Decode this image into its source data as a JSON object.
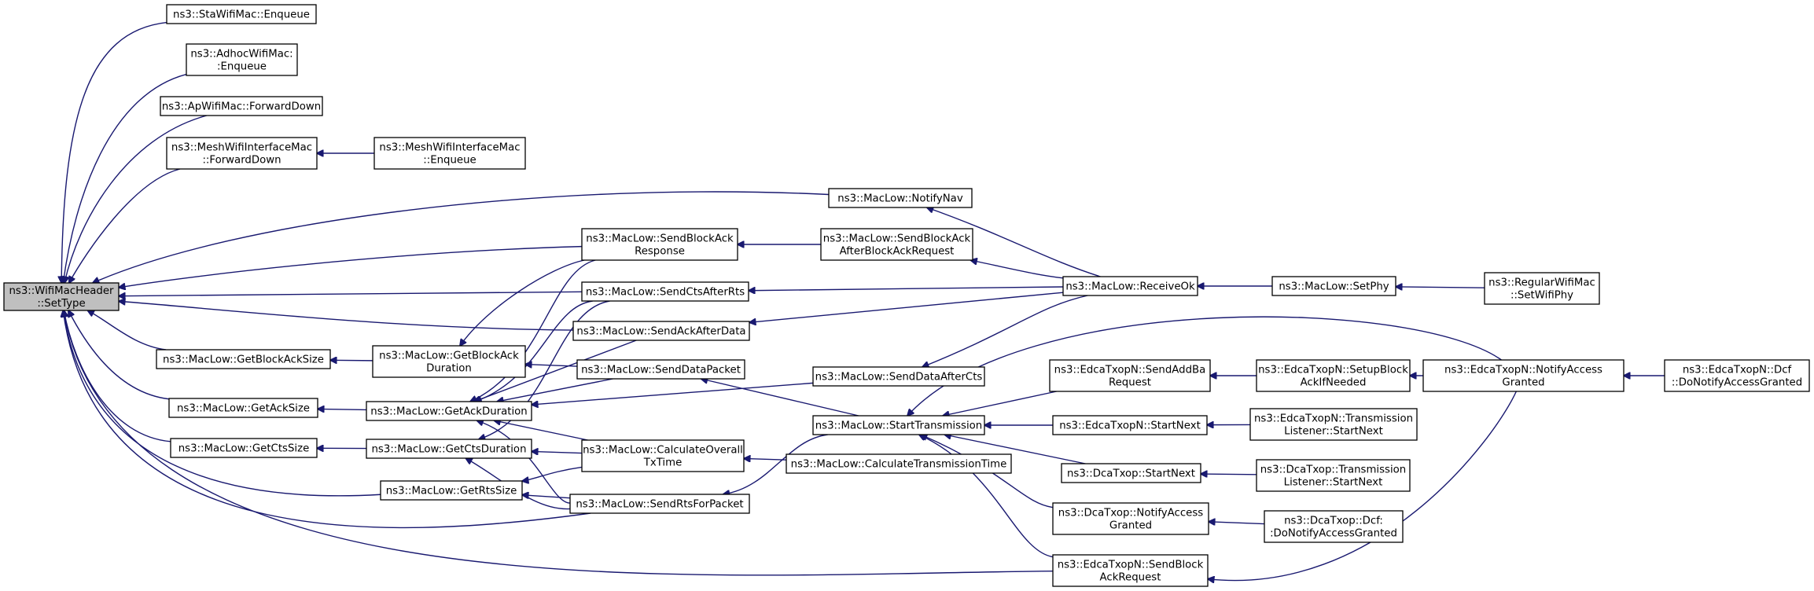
{
  "graph": {
    "nodes": [
      {
        "id": "root",
        "lines": [
          "ns3::WifiMacHeader",
          "::SetType"
        ],
        "root": true
      },
      {
        "id": "sta_enq",
        "lines": [
          "ns3::StaWifiMac::Enqueue"
        ]
      },
      {
        "id": "adhoc_enq",
        "lines": [
          "ns3::AdhocWifiMac:",
          ":Enqueue"
        ]
      },
      {
        "id": "ap_fwd",
        "lines": [
          "ns3::ApWifiMac::ForwardDown"
        ]
      },
      {
        "id": "mesh_fwd",
        "lines": [
          "ns3::MeshWifiInterfaceMac",
          "::ForwardDown"
        ]
      },
      {
        "id": "mesh_enq",
        "lines": [
          "ns3::MeshWifiInterfaceMac",
          "::Enqueue"
        ]
      },
      {
        "id": "notify_nav",
        "lines": [
          "ns3::MacLow::NotifyNav"
        ]
      },
      {
        "id": "send_ba_resp",
        "lines": [
          "ns3::MacLow::SendBlockAck",
          "Response"
        ]
      },
      {
        "id": "send_ba_after",
        "lines": [
          "ns3::MacLow::SendBlockAck",
          "AfterBlockAckRequest"
        ]
      },
      {
        "id": "send_cts_after_rts",
        "lines": [
          "ns3::MacLow::SendCtsAfterRts"
        ]
      },
      {
        "id": "receive_ok",
        "lines": [
          "ns3::MacLow::ReceiveOk"
        ]
      },
      {
        "id": "set_phy",
        "lines": [
          "ns3::MacLow::SetPhy"
        ]
      },
      {
        "id": "regular_setphy",
        "lines": [
          "ns3::RegularWifiMac",
          "::SetWifiPhy"
        ]
      },
      {
        "id": "send_ack_after_data",
        "lines": [
          "ns3::MacLow::SendAckAfterData"
        ]
      },
      {
        "id": "get_ba_size",
        "lines": [
          "ns3::MacLow::GetBlockAckSize"
        ]
      },
      {
        "id": "get_ba_dur",
        "lines": [
          "ns3::MacLow::GetBlockAck",
          "Duration"
        ]
      },
      {
        "id": "send_data_packet",
        "lines": [
          "ns3::MacLow::SendDataPacket"
        ]
      },
      {
        "id": "send_data_after_cts",
        "lines": [
          "ns3::MacLow::SendDataAfterCts"
        ]
      },
      {
        "id": "get_ack_size",
        "lines": [
          "ns3::MacLow::GetAckSize"
        ]
      },
      {
        "id": "get_ack_dur",
        "lines": [
          "ns3::MacLow::GetAckDuration"
        ]
      },
      {
        "id": "start_tx",
        "lines": [
          "ns3::MacLow::StartTransmission"
        ]
      },
      {
        "id": "edca_send_addba",
        "lines": [
          "ns3::EdcaTxopN::SendAddBa",
          "Request"
        ]
      },
      {
        "id": "edca_setup_ba",
        "lines": [
          "ns3::EdcaTxopN::SetupBlock",
          "AckIfNeeded"
        ]
      },
      {
        "id": "edca_notify_access",
        "lines": [
          "ns3::EdcaTxopN::NotifyAccess",
          "Granted"
        ]
      },
      {
        "id": "edca_dcf_notify",
        "lines": [
          "ns3::EdcaTxopN::Dcf",
          "::DoNotifyAccessGranted"
        ]
      },
      {
        "id": "edca_start_next",
        "lines": [
          "ns3::EdcaTxopN::StartNext"
        ]
      },
      {
        "id": "edca_tl_start_next",
        "lines": [
          "ns3::EdcaTxopN::Transmission",
          "Listener::StartNext"
        ]
      },
      {
        "id": "get_cts_size",
        "lines": [
          "ns3::MacLow::GetCtsSize"
        ]
      },
      {
        "id": "get_cts_dur",
        "lines": [
          "ns3::MacLow::GetCtsDuration"
        ]
      },
      {
        "id": "calc_overall",
        "lines": [
          "ns3::MacLow::CalculateOverall",
          "TxTime"
        ]
      },
      {
        "id": "calc_tx_time",
        "lines": [
          "ns3::MacLow::CalculateTransmissionTime"
        ]
      },
      {
        "id": "dca_start_next",
        "lines": [
          "ns3::DcaTxop::StartNext"
        ]
      },
      {
        "id": "dca_tl_start_next",
        "lines": [
          "ns3::DcaTxop::Transmission",
          "Listener::StartNext"
        ]
      },
      {
        "id": "get_rts_size",
        "lines": [
          "ns3::MacLow::GetRtsSize"
        ]
      },
      {
        "id": "send_rts",
        "lines": [
          "ns3::MacLow::SendRtsForPacket"
        ]
      },
      {
        "id": "dca_notify_access",
        "lines": [
          "ns3::DcaTxop::NotifyAccess",
          "Granted"
        ]
      },
      {
        "id": "dca_dcf_notify",
        "lines": [
          "ns3::DcaTxop::Dcf:",
          ":DoNotifyAccessGranted"
        ]
      },
      {
        "id": "edca_send_bar",
        "lines": [
          "ns3::EdcaTxopN::SendBlock",
          "AckRequest"
        ]
      }
    ],
    "edges": [
      {
        "from": "sta_enq",
        "to": "root"
      },
      {
        "from": "adhoc_enq",
        "to": "root"
      },
      {
        "from": "ap_fwd",
        "to": "root"
      },
      {
        "from": "mesh_fwd",
        "to": "root"
      },
      {
        "from": "mesh_enq",
        "to": "mesh_fwd"
      },
      {
        "from": "notify_nav",
        "to": "root"
      },
      {
        "from": "receive_ok",
        "to": "notify_nav"
      },
      {
        "from": "send_ba_resp",
        "to": "root"
      },
      {
        "from": "send_ba_after",
        "to": "send_ba_resp"
      },
      {
        "from": "receive_ok",
        "to": "send_ba_after"
      },
      {
        "from": "send_cts_after_rts",
        "to": "root"
      },
      {
        "from": "receive_ok",
        "to": "send_cts_after_rts"
      },
      {
        "from": "set_phy",
        "to": "receive_ok"
      },
      {
        "from": "regular_setphy",
        "to": "set_phy"
      },
      {
        "from": "send_ack_after_data",
        "to": "root"
      },
      {
        "from": "receive_ok",
        "to": "send_ack_after_data"
      },
      {
        "from": "get_ba_size",
        "to": "root"
      },
      {
        "from": "get_ba_dur",
        "to": "get_ba_size"
      },
      {
        "from": "send_ba_resp",
        "to": "get_ba_dur"
      },
      {
        "from": "send_data_packet",
        "to": "get_ba_dur"
      },
      {
        "from": "get_ack_size",
        "to": "root"
      },
      {
        "from": "get_ack_dur",
        "to": "get_ack_size"
      },
      {
        "from": "send_ba_resp",
        "to": "get_ack_dur"
      },
      {
        "from": "send_cts_after_rts",
        "to": "get_ack_dur"
      },
      {
        "from": "send_ack_after_data",
        "to": "get_ack_dur"
      },
      {
        "from": "send_data_packet",
        "to": "get_ack_dur"
      },
      {
        "from": "send_data_after_cts",
        "to": "get_ack_dur"
      },
      {
        "from": "calc_overall",
        "to": "get_ack_dur"
      },
      {
        "from": "send_rts",
        "to": "get_ack_dur"
      },
      {
        "from": "receive_ok",
        "to": "send_data_after_cts"
      },
      {
        "from": "start_tx",
        "to": "send_data_packet"
      },
      {
        "from": "edca_notify_access",
        "to": "start_tx"
      },
      {
        "from": "edca_send_addba",
        "to": "start_tx"
      },
      {
        "from": "edca_setup_ba",
        "to": "edca_send_addba"
      },
      {
        "from": "edca_notify_access",
        "to": "edca_setup_ba"
      },
      {
        "from": "edca_dcf_notify",
        "to": "edca_notify_access"
      },
      {
        "from": "edca_start_next",
        "to": "start_tx"
      },
      {
        "from": "edca_tl_start_next",
        "to": "edca_start_next"
      },
      {
        "from": "get_cts_size",
        "to": "root"
      },
      {
        "from": "get_cts_dur",
        "to": "get_cts_size"
      },
      {
        "from": "send_cts_after_rts",
        "to": "get_cts_dur"
      },
      {
        "from": "calc_overall",
        "to": "get_cts_dur"
      },
      {
        "from": "send_rts",
        "to": "get_cts_dur"
      },
      {
        "from": "calc_tx_time",
        "to": "calc_overall"
      },
      {
        "from": "dca_start_next",
        "to": "start_tx"
      },
      {
        "from": "dca_tl_start_next",
        "to": "dca_start_next"
      },
      {
        "from": "get_rts_size",
        "to": "root"
      },
      {
        "from": "calc_overall",
        "to": "get_rts_size"
      },
      {
        "from": "send_rts",
        "to": "get_rts_size"
      },
      {
        "from": "send_rts",
        "to": "root"
      },
      {
        "from": "start_tx",
        "to": "send_rts"
      },
      {
        "from": "dca_notify_access",
        "to": "start_tx"
      },
      {
        "from": "dca_dcf_notify",
        "to": "dca_notify_access"
      },
      {
        "from": "edca_send_bar",
        "to": "start_tx"
      },
      {
        "from": "edca_send_bar",
        "to": "root"
      },
      {
        "from": "edca_notify_access",
        "to": "edca_send_bar"
      }
    ]
  }
}
